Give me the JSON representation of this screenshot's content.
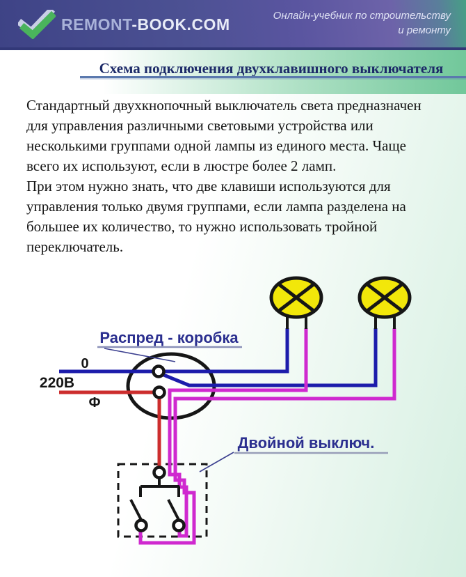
{
  "header": {
    "logo": {
      "icon": "double-checkmark-icon",
      "text_primary": "REMONT",
      "text_secondary": "-BOOK.COM",
      "check_back_color": "#c9cfe6",
      "check_front_color": "#4ab45c"
    },
    "tagline": "Онлайн-учебник по строительству и ремонту"
  },
  "title": {
    "text": "Схема подключения двухклавишного выключателя"
  },
  "article": {
    "paragraph1": "Стандартный двухкнопочный выключатель света предназначен для управления различными световыми устройства или несколькими группами одной лампы из единого места. Чаще всего их используют, если в люстре более 2 ламп.",
    "paragraph2": "При этом нужно знать, что две клавиши используются для управления только двумя группами, если лампа разделена на большее их количество, то нужно использовать тройной переключатель."
  },
  "diagram": {
    "labels": {
      "junction_box": "Распред - коробка",
      "double_switch": "Двойной выключ.",
      "voltage": "220В",
      "neutral": "0",
      "phase": "Ф"
    },
    "label_color": "#2b2f8f",
    "wire_colors": {
      "neutral": "#1c1cab",
      "phase": "#cc2d2d",
      "switched": "#cf29cf"
    },
    "lamp_fill": "#f2e70a",
    "lamp_count": "2"
  }
}
